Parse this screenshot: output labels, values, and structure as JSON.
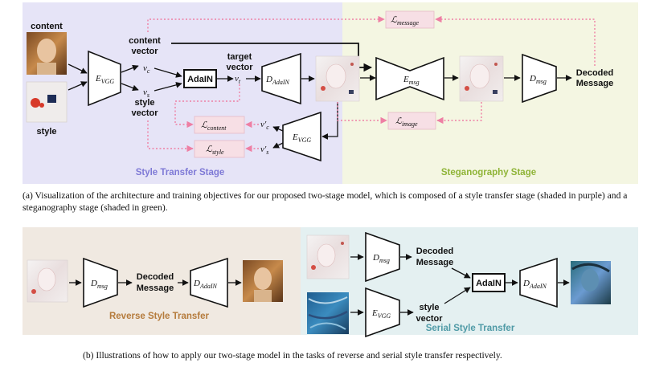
{
  "panel_a": {
    "labels": {
      "content": "content",
      "style": "style",
      "content_vector_1": "content",
      "content_vector_2": "vector",
      "style_vector_1": "style",
      "style_vector_2": "vector",
      "target_vector_1": "target",
      "target_vector_2": "vector",
      "decoded_1": "Decoded",
      "decoded_2": "Message"
    },
    "blocks": {
      "e_vgg": "E",
      "e_vgg_sub": "VGG",
      "adain": "AdaIN",
      "d_adain": "D",
      "d_adain_sub": "AdaIN",
      "e_msg": "E",
      "e_msg_sub": "msg",
      "d_msg": "D",
      "d_msg_sub": "msg",
      "e_vgg2": "E",
      "e_vgg2_sub": "VGG"
    },
    "vectors": {
      "vc": "v",
      "vc_sub": "c",
      "vs": "v",
      "vs_sub": "s",
      "vt": "v",
      "vt_sub": "t",
      "vc_prime": "v′",
      "vc_prime_sub": "c",
      "vs_prime": "v′",
      "vs_prime_sub": "s"
    },
    "losses": {
      "message": "message",
      "content": "content",
      "style": "style",
      "image": "image",
      "symbol": "ℒ"
    },
    "stages": {
      "style_transfer": "Style Transfer Stage",
      "steganography": "Steganography Stage"
    },
    "caption": "(a)  Visualization of the architecture and training objectives for our proposed two-stage model, which is composed of a style transfer stage (shaded in purple) and a steganography stage (shaded in green)."
  },
  "panel_b": {
    "reverse": {
      "d_msg": "D",
      "d_msg_sub": "msg",
      "decoded_1": "Decoded",
      "decoded_2": "Message",
      "d_adain": "D",
      "d_adain_sub": "AdaIN",
      "title": "Reverse Style Transfer"
    },
    "serial": {
      "d_msg": "D",
      "d_msg_sub": "msg",
      "decoded_1": "Decoded",
      "decoded_2": "Message",
      "e_vgg": "E",
      "e_vgg_sub": "VGG",
      "style_1": "style",
      "style_2": "vector",
      "adain": "AdaIN",
      "d_adain": "D",
      "d_adain_sub": "AdaIN",
      "title": "Serial Style Transfer"
    },
    "caption": "(b)  Illustrations of how to apply our two-stage model in the tasks of reverse and serial style transfer respectively."
  },
  "colors": {
    "purple_bg": "#e6e4f7",
    "green_bg": "#f4f6e2",
    "beige_bg": "#f0e9e1",
    "teal_bg": "#e4f0f1",
    "loss_fill": "#f7dfe5",
    "loss_stroke": "#e7b9c6",
    "dotted_pink": "#ee7fa4",
    "purple_text": "#7e79d6",
    "green_text": "#8fb437",
    "brown_text": "#b57b3c",
    "teal_text": "#4f9aa6"
  }
}
